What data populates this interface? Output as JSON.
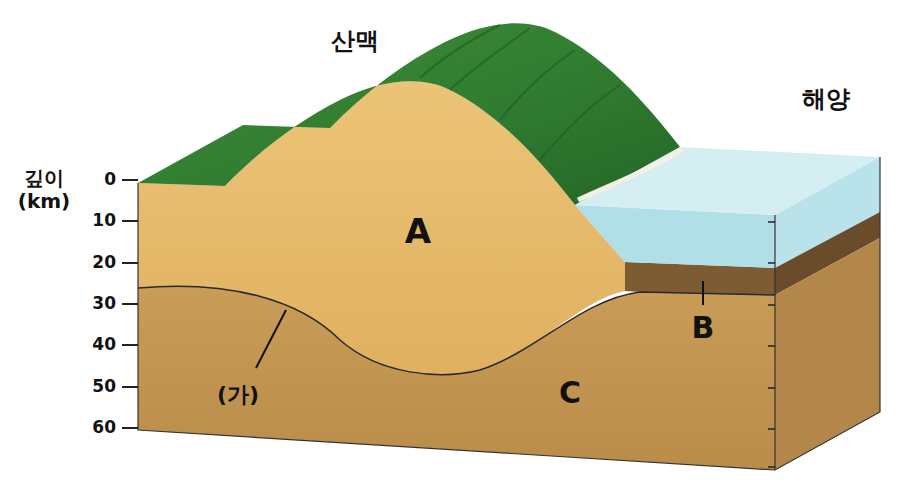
{
  "diagram": {
    "labels": [
      "산맥",
      "해양",
      "깊이 (km)",
      "0",
      "10",
      "20",
      "30",
      "40",
      "50",
      "60",
      "A",
      "B",
      "C",
      "(가)"
    ]
  }
}
